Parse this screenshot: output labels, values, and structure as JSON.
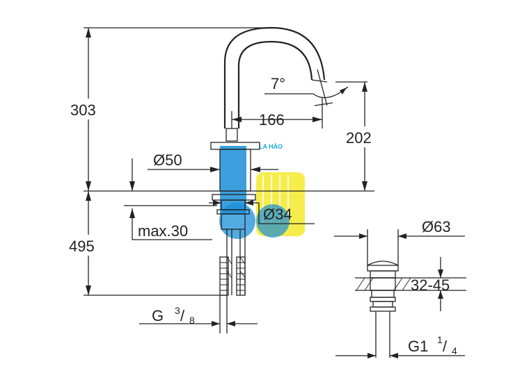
{
  "dimensions": {
    "total_height_above": "303",
    "spout_height": "202",
    "spout_reach": "166",
    "spout_angle": "7°",
    "base_diameter": "Ø50",
    "shank_diameter": "Ø34",
    "max_deck_thickness": "max.30",
    "total_height_below": "495",
    "connection_thread_main": "G",
    "connection_thread_num": "3",
    "connection_thread_den": "8",
    "waste_diameter": "Ø63",
    "waste_deck_range": "32-45",
    "waste_thread_main": "G1",
    "waste_thread_num": "1",
    "waste_thread_den": "4"
  },
  "watermark": {
    "text": "LA HÀO"
  },
  "colors": {
    "line": "#222222",
    "watermark_blue": "#1a8fd8",
    "watermark_yellow": "#f2e600",
    "watermark_cyan": "#1aa6e0"
  }
}
